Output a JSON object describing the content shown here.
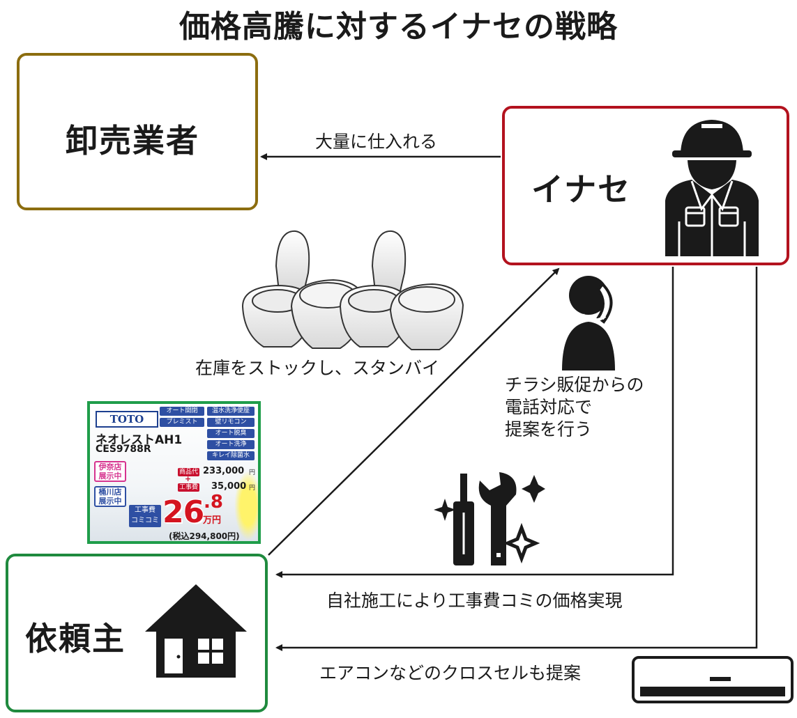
{
  "title": "価格高騰に対するイナセの戦略",
  "nodes": {
    "wholesaler": {
      "label": "卸売業者",
      "border_color": "#8c6d0f"
    },
    "inase": {
      "label": "イナセ",
      "border_color": "#b3121e"
    },
    "client": {
      "label": "依頼主",
      "border_color": "#1f8a3e"
    }
  },
  "edges": {
    "bulk_purchase": "大量に仕入れる",
    "own_construction": "自社施工により工事費コミの価格実現",
    "cross_sell": "エアコンなどのクロスセルも提案"
  },
  "notes": {
    "stock": "在庫をストックし、スタンバイ",
    "phone": [
      "チラシ販促からの",
      "電話対応で",
      "提案を行う"
    ]
  },
  "flyer": {
    "brand": "TOTO",
    "tags": [
      "オート開閉",
      "温水洗浄便座",
      "プレミスト",
      "壁リモコン",
      "オート脱臭",
      "オート洗浄",
      "キレイ除菌水"
    ],
    "product_name": "ネオレストAH1",
    "model": "CES9788R",
    "store1": [
      "伊奈店",
      "展示中"
    ],
    "store2": [
      "桶川店",
      "展示中"
    ],
    "product_price_label": "商品代",
    "product_price": "233,000",
    "plus": "+",
    "work_price_label": "工事費",
    "work_price": "35,000",
    "yen_small": "円",
    "cost_label": [
      "工事費",
      "コミコミ"
    ],
    "big_price_int": "26",
    "big_price_dec": ".8",
    "big_price_unit": "万円",
    "tax_note": "(税込294,800円)"
  },
  "icons": [
    "worker-icon",
    "toilet-icon",
    "phone-person-icon",
    "tools-icon",
    "house-icon",
    "air-conditioner-icon"
  ]
}
